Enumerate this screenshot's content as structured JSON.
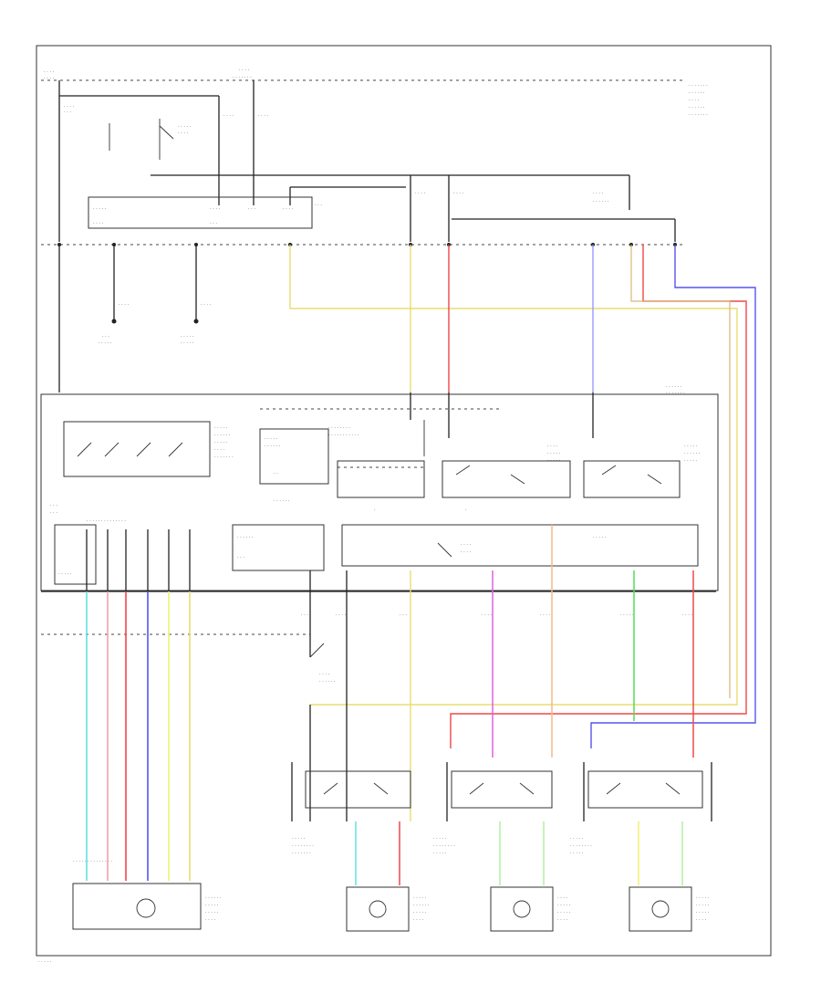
{
  "colors": {
    "yellow": "#e8dd70",
    "tan": "#d9b877",
    "red": "#ef4848",
    "pink": "#f5a0a8",
    "blue": "#5555ee",
    "lavender": "#9a9aff",
    "magenta": "#e060e0",
    "peach": "#f6b88a",
    "green": "#55dd55",
    "cyan": "#66e0e0",
    "lightyellow": "#f0f070",
    "lightgreen": "#b0f0a0",
    "wire": "#222222"
  },
  "icons": [
    "ground-symbol",
    "switch-symbol",
    "motor-symbol",
    "splice-dot"
  ]
}
